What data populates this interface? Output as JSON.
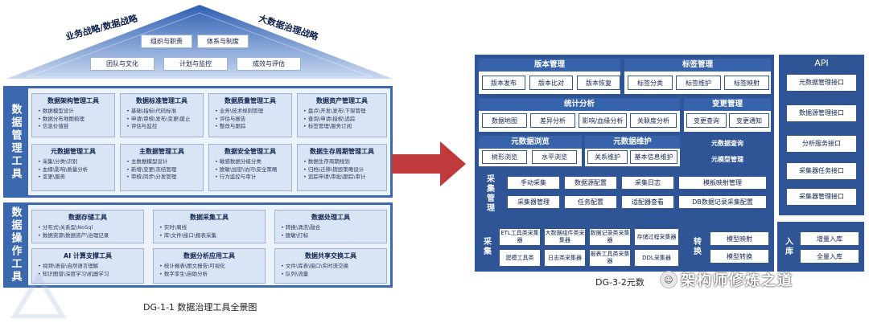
{
  "left": {
    "roof": {
      "left_title": "业务战略/数据战略",
      "right_title": "大数据治理战略",
      "row1": [
        "组织与职责",
        "体系与制度"
      ],
      "row2": [
        "团队与文化",
        "计划与监控",
        "成效与评估"
      ]
    },
    "management": {
      "label": "数据管理工具",
      "tools": [
        {
          "title": "数据架构管理工具",
          "items": [
            "数据模型设计",
            "数据分布地图梳理",
            "信息价值链"
          ]
        },
        {
          "title": "数据标准管理工具",
          "items": [
            "基础\\指标\\代码标准",
            "申请\\审核\\发布\\变更\\废止",
            "评估与监控"
          ]
        },
        {
          "title": "数据质量管理工具",
          "items": [
            "业务\\技术规则管理",
            "评估与报告",
            "整改与跟踪"
          ]
        },
        {
          "title": "数据资产管理工具",
          "items": [
            "盘点\\开发\\发布\\下架管理",
            "查询\\申请\\授权\\追踪",
            "标签管理\\服务订阅"
          ]
        },
        {
          "title": "元数据管理工具",
          "items": [
            "采集\\分类\\识别",
            "血缘\\影响\\质量分析",
            "变更\\服务"
          ]
        },
        {
          "title": "主数据管理工具",
          "items": [
            "主数据模型设计",
            "新增\\变更\\冻结管理",
            "审核\\同步\\分发管理"
          ]
        },
        {
          "title": "数据安全管理工具",
          "items": [
            "敏感数据分级分类",
            "脱敏\\加密\\访问\\安全策略",
            "行为监控与审计"
          ]
        },
        {
          "title": "数据生存周期管理工具",
          "items": [
            "数据生存周期规划",
            "归档\\迁移\\销毁策略设计",
            "追踪申请\\审批\\跟踪\\审计"
          ]
        }
      ]
    },
    "operation": {
      "label": "数据操作工具",
      "tools": [
        {
          "title": "数据存储工具",
          "items": [
            "分布式\\关系型\\NoSql",
            "数据资源\\数据资产\\治理记录"
          ]
        },
        {
          "title": "数据采集工具",
          "items": [
            "实时\\离线",
            "库\\文件\\接口\\报表采集"
          ]
        },
        {
          "title": "数据处理工具",
          "items": [
            "转换\\清洗\\融合",
            "脱敏\\打标"
          ]
        },
        {
          "title": "AI 计算支撑工具",
          "items": [
            "视频\\语音\\自然语言理解",
            "知识图谱\\深度学习\\机器学习"
          ]
        },
        {
          "title": "数据分析应用工具",
          "items": [
            "统计报表\\图文报告\\可视化",
            "数字孪生\\自助分析"
          ]
        },
        {
          "title": "数据共享交换工具",
          "items": [
            "文件\\库表\\接口\\实时流交换",
            "队列\\流量"
          ]
        }
      ]
    },
    "caption": "DG-1-1 数据治理工具全景图"
  },
  "right": {
    "version": {
      "title": "版本管理",
      "items": [
        "版本发布",
        "版本比对",
        "版本恢复"
      ]
    },
    "tag": {
      "title": "标签管理",
      "items": [
        "标签分类",
        "标签维护",
        "标签映射"
      ]
    },
    "stats": {
      "title": "统计分析",
      "items": [
        "数据地图",
        "差异分析",
        "影响/血缘分析",
        "关联度分析"
      ]
    },
    "change": {
      "title": "变更管理",
      "items": [
        "变更查询",
        "变更通知"
      ]
    },
    "browse": {
      "title": "元数据浏览",
      "items": [
        "树形浏览",
        "水平浏览"
      ]
    },
    "maintain": {
      "title": "元数据维护",
      "items": [
        "关系维护",
        "基本信息维护"
      ]
    },
    "query": "元数据查询",
    "model": "元模型管理",
    "collect_mgmt": {
      "label": "采集管理",
      "items": [
        "手动采集",
        "数据源配置",
        "采集日志",
        "模板映射管理",
        "采集器管理",
        "任务配置",
        "适配器查看",
        "DB数据记录采集配置"
      ]
    },
    "collect": {
      "label": "采集",
      "items": [
        "ETL工具类采集器",
        "大数据组件类采集器",
        "数据记录类采集器",
        "存储过程采集器",
        "建模工具类",
        "日志类采集器",
        "报表工具类采集器",
        "DDL采集器"
      ]
    },
    "convert": {
      "label": "转换",
      "items": [
        "模型映射",
        "模型转换"
      ]
    },
    "load": {
      "label": "入库",
      "items": [
        "增量入库",
        "全量入库"
      ]
    },
    "api": {
      "title": "API",
      "items": [
        "元数据管理接口",
        "数据源管理接口",
        "分析服务接口",
        "采集器任务接口",
        "采集器管理接口"
      ]
    },
    "caption": "DG-3-2元数",
    "watermark": "架构师修炼之道"
  },
  "colors": {
    "primary": "#2f5597",
    "header": "#3763ad",
    "arrow": "#c0393b"
  }
}
